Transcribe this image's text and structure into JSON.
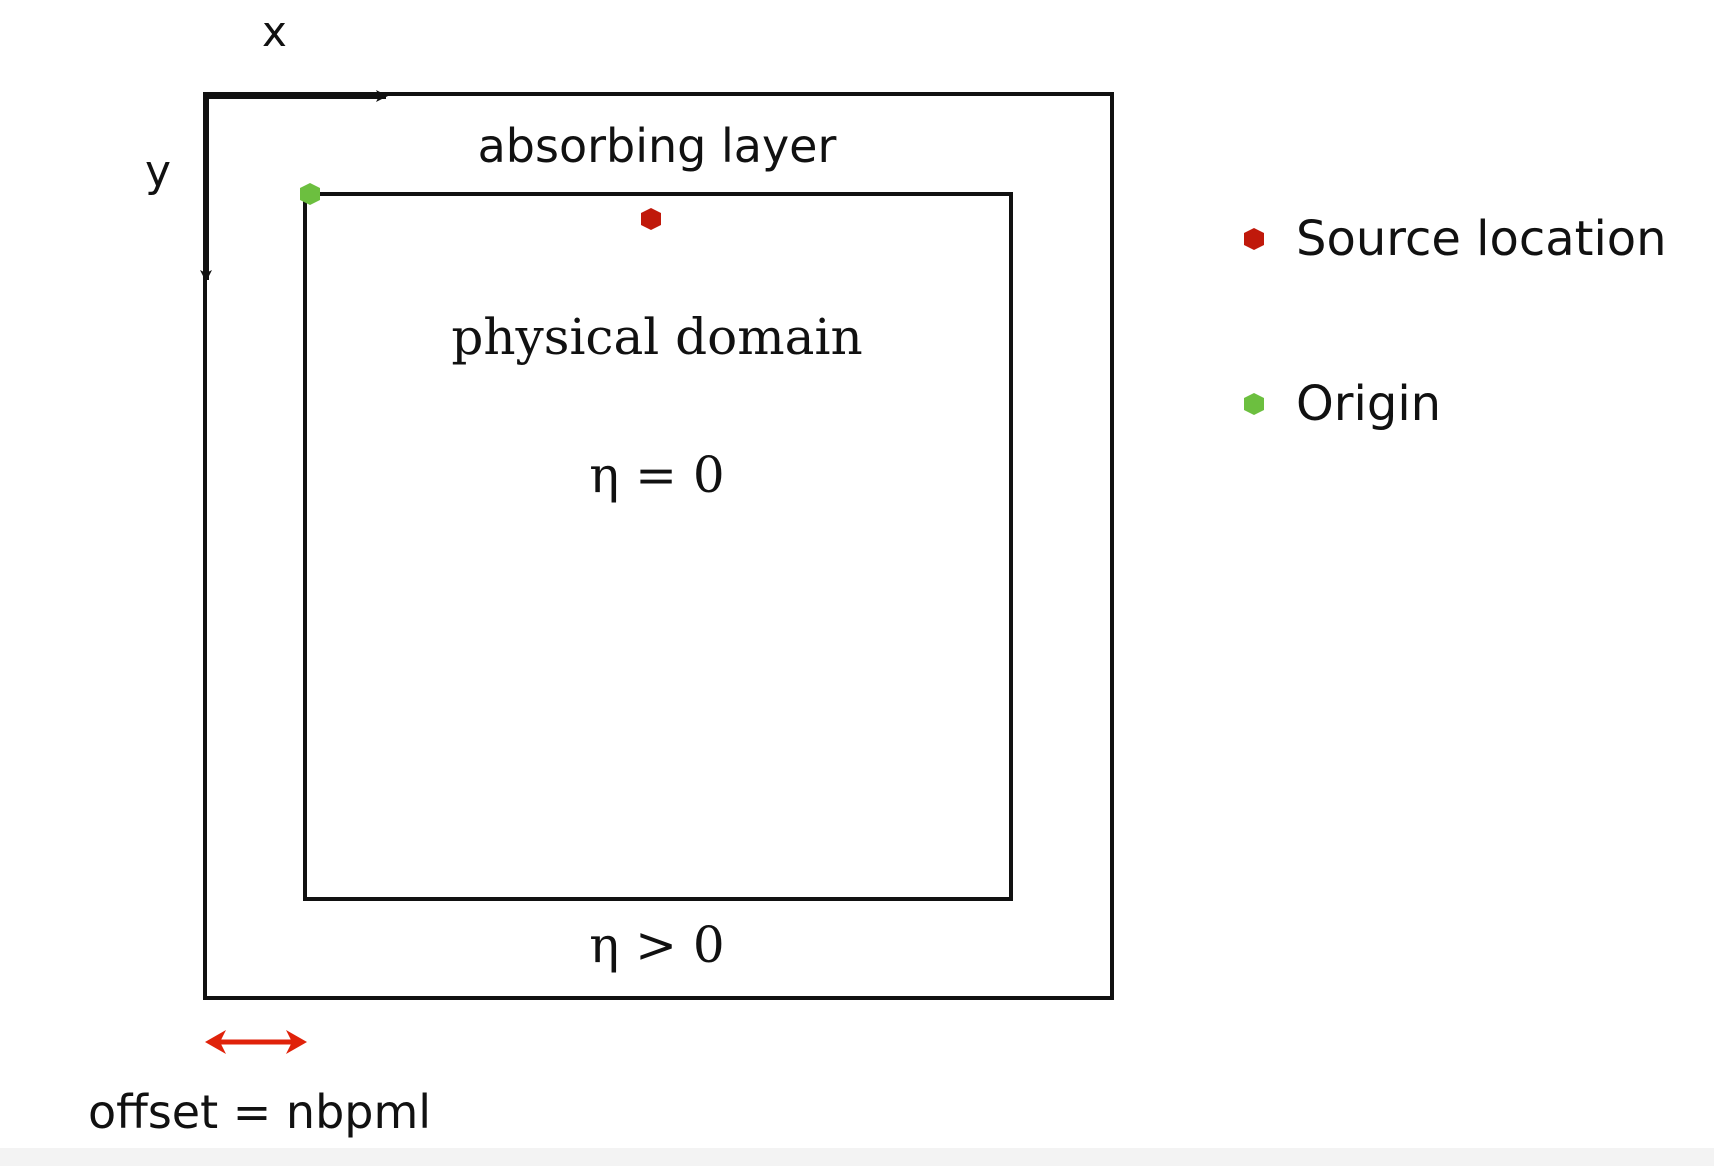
{
  "diagram": {
    "axes": {
      "x_label": "x",
      "y_label": "y"
    },
    "regions": {
      "outer_label": "absorbing layer",
      "inner_label": "physical domain",
      "inner_eta": "η = 0",
      "outer_eta": "η > 0"
    },
    "offset_label": "offset = nbpml",
    "legend": [
      {
        "label": "Source location",
        "marker": "red-dot",
        "color": "#c0190b"
      },
      {
        "label": "Origin",
        "marker": "green-dot",
        "color": "#6cbf3f"
      }
    ],
    "colors": {
      "source": "#c0190b",
      "origin": "#6cbf3f",
      "offset_arrow": "#e0220a",
      "lines": "#111111"
    }
  }
}
